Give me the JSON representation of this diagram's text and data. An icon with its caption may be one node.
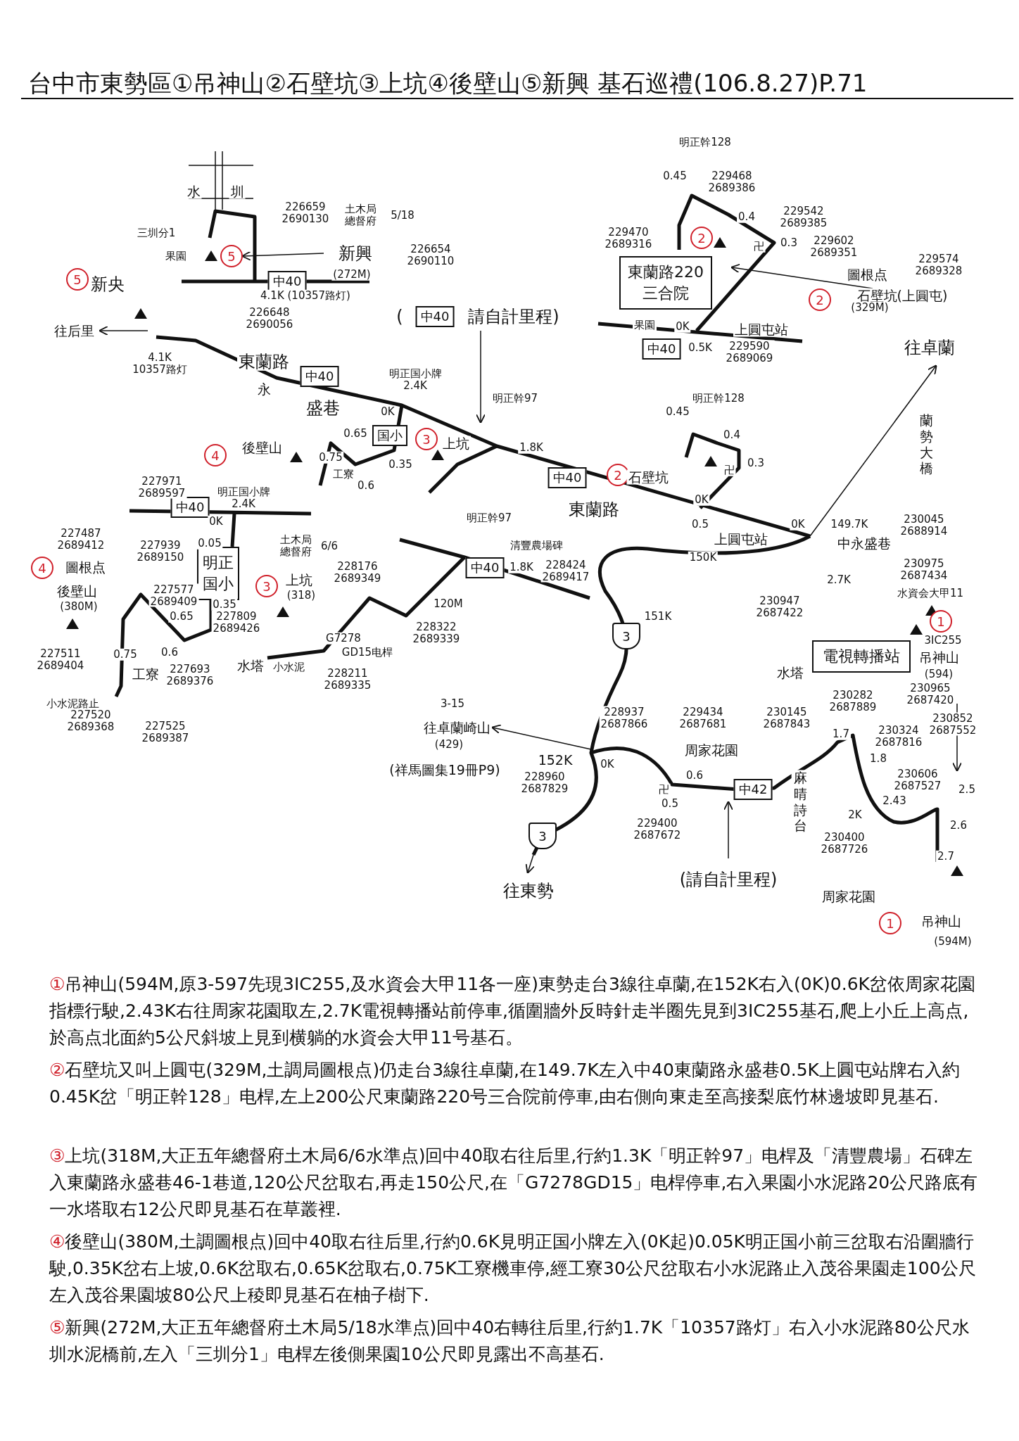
{
  "diagram": {
    "title": "台中市東勢區①吊神山②石壁坑③上坑④後壁山⑤新興 基石巡禮(106.8.27)P.71",
    "nodes": [
      {
        "text": [
          "5"
        ]
      },
      {
        "text": [
          "2"
        ]
      },
      {
        "text": [
          "東蘭路220三合院"
        ]
      },
      {
        "text": [
          "中40"
        ]
      },
      {
        "text": [
          "5"
        ]
      },
      {
        "text": [
          "2"
        ]
      },
      {
        "text": [
          "中40"
        ]
      },
      {
        "text": [
          "中40"
        ]
      },
      {
        "text": [
          "中40"
        ]
      },
      {
        "text": [
          "国小"
        ]
      },
      {
        "text": [
          "3"
        ]
      },
      {
        "text": [
          "4"
        ]
      },
      {
        "text": [
          "2"
        ]
      },
      {
        "text": [
          "中40"
        ]
      },
      {
        "text": [
          "中40"
        ]
      },
      {
        "text": [
          "中40"
        ]
      },
      {
        "text": [
          "4"
        ]
      },
      {
        "text": [
          "明正国小"
        ]
      },
      {
        "text": [
          "3"
        ]
      },
      {
        "text": [
          "1"
        ]
      },
      {
        "text": [
          "3"
        ]
      },
      {
        "text": [
          "電視轉播站"
        ]
      },
      {
        "text": [
          "中42"
        ]
      },
      {
        "text": [
          "3"
        ]
      },
      {
        "text": [
          "1"
        ]
      }
    ],
    "labels": [
      "明正幹128",
      "0.45",
      "229468 2689386",
      "水",
      "圳",
      "226659 2690130",
      "土木局總督府",
      "5/18",
      "0.4",
      "229542 2689385",
      "三圳分1",
      "229470 2689316",
      "卍",
      "0.3",
      "229602 2689351",
      "果園",
      "新興",
      "226654 2690110",
      "229574 2689328",
      "(272M)",
      "圖根点",
      "新央",
      "4.1K (10357路灯)",
      "石壁坑(上圓屯)",
      "(329M)",
      "226648 2690056",
      "(",
      "請自計里程)",
      "往后里",
      "果園",
      "0K",
      "上圓屯站",
      "0.5K",
      "229590 2689069",
      "往卓蘭",
      "4.1K 10357路灯",
      "東蘭路",
      "明正国小牌 2.4K",
      "永",
      "明正幹97",
      "明正幹128",
      "盛巷",
      "0K",
      "0.45",
      "0.65",
      "0.4",
      "後壁山",
      "上坑",
      "1.8K",
      "蘭勢大橋",
      "0.75",
      "0.35",
      "0.3",
      "工寮",
      "石壁坑",
      "卍",
      "227971 2689597",
      "0.6",
      "明正国小牌 2.4K",
      "0K",
      "東蘭路",
      "0K",
      "明正幹97",
      "0.5",
      "0K",
      "149.7K",
      "230045 2688914",
      "227487 2689412",
      "227939 2689150",
      "0.05",
      "土木局總督府",
      "6/6",
      "清豐農場碑",
      "上圓屯站",
      "中永盛巷",
      "150K",
      "圖根点",
      "228176 2689349",
      "1.8K",
      "228424 2689417",
      "230975 2687434",
      "上坑",
      "2.7K",
      "後壁山",
      "227577 2689409",
      "(318)",
      "水資会大甲11",
      "(380M)",
      "0.35",
      "120M",
      "230947 2687422",
      "0.65",
      "227809 2689426",
      "151K",
      "G7278",
      "228322 2689339",
      "3IC255",
      "227511 2689404",
      "0.75",
      "0.6",
      "GD15电桿",
      "吊神山",
      "工寮",
      "227693 2689376",
      "水塔",
      "小水泥",
      "228211 2689335",
      "水塔",
      "(594)",
      "小水泥路止",
      "3-15",
      "230282 2687889",
      "230965 2687420",
      "227520 2689368",
      "227525 2689387",
      "往卓蘭崎山",
      "228937 2687866",
      "229434 2687681",
      "230145 2687843",
      "1.7",
      "230324 2687816",
      "230852 2687552",
      "(429)",
      "周家花園",
      "152K",
      "0K",
      "1.8",
      "(祥馬圖集19冊P9)",
      "228960 2687829",
      "0.6",
      "230606 2687527",
      "卍",
      "麻晴詩台",
      "2.5",
      "0.5",
      "2.43",
      "2K",
      "229400 2687672",
      "2.6",
      "230400 2687726",
      "2.7",
      "(請自計里程)",
      "往東勢",
      "周家花園",
      "吊神山",
      "(594M)",
      "①吊神山(594M,原3-597先現3IC255,及水資会大甲11各一座)東勢走台3線往卓蘭,在152K右入(0K)0.6K岔依周家花園指標行駛,2.43K右往周家花園取左,2.7K電視轉播站前停車,循圍牆外反時針走半圈先見到3IC255基石,爬上小丘上高点,於高点北面約5公尺斜坡上見到横躺的水資会大甲11号基石。",
      "②石壁坑又叫上圓屯(329M,土調局圖根点)仍走台3線往卓蘭,在149.7K左入中40東蘭路永盛巷0.5K上圓屯站牌右入約0.45K岔「明正幹128」电桿,左上200公尺東蘭路220号三合院前停車,由右側向東走至高接梨底竹林邊坡即見基石.",
      "③上坑(318M,大正五年總督府土木局6/6水準点)回中40取右往后里,行約1.3K「明正幹97」电桿及「清豐農場」石碑左入東蘭路永盛巷46-1巷道,120公尺岔取右,再走150公尺,在「G7278GD15」电桿停車,右入果園小水泥路20公尺路底有一水塔取右12公尺即見基石在草叢裡.",
      "④後壁山(380M,土調圖根点)回中40取右往后里,行約0.6K見明正国小牌左入(0K起)0.05K明正国小前三岔取右沿圍牆行駛,0.35K岔右上坡,0.6K岔取右,0.65K岔取右,0.75K工寮機車停,經工寮30公尺岔取右小水泥路止入茂谷果園走100公尺左入茂谷果園坡80公尺上稜即見基石在柚子樹下.",
      "⑤新興(272M,大正五年總督府土木局5/18水準点)回中40右轉往后里,行約1.7K「10357路灯」右入小水泥路80公尺水圳水泥橋前,左入「三圳分1」电桿左後側果園10公尺即見露出不高基石."
    ]
  }
}
